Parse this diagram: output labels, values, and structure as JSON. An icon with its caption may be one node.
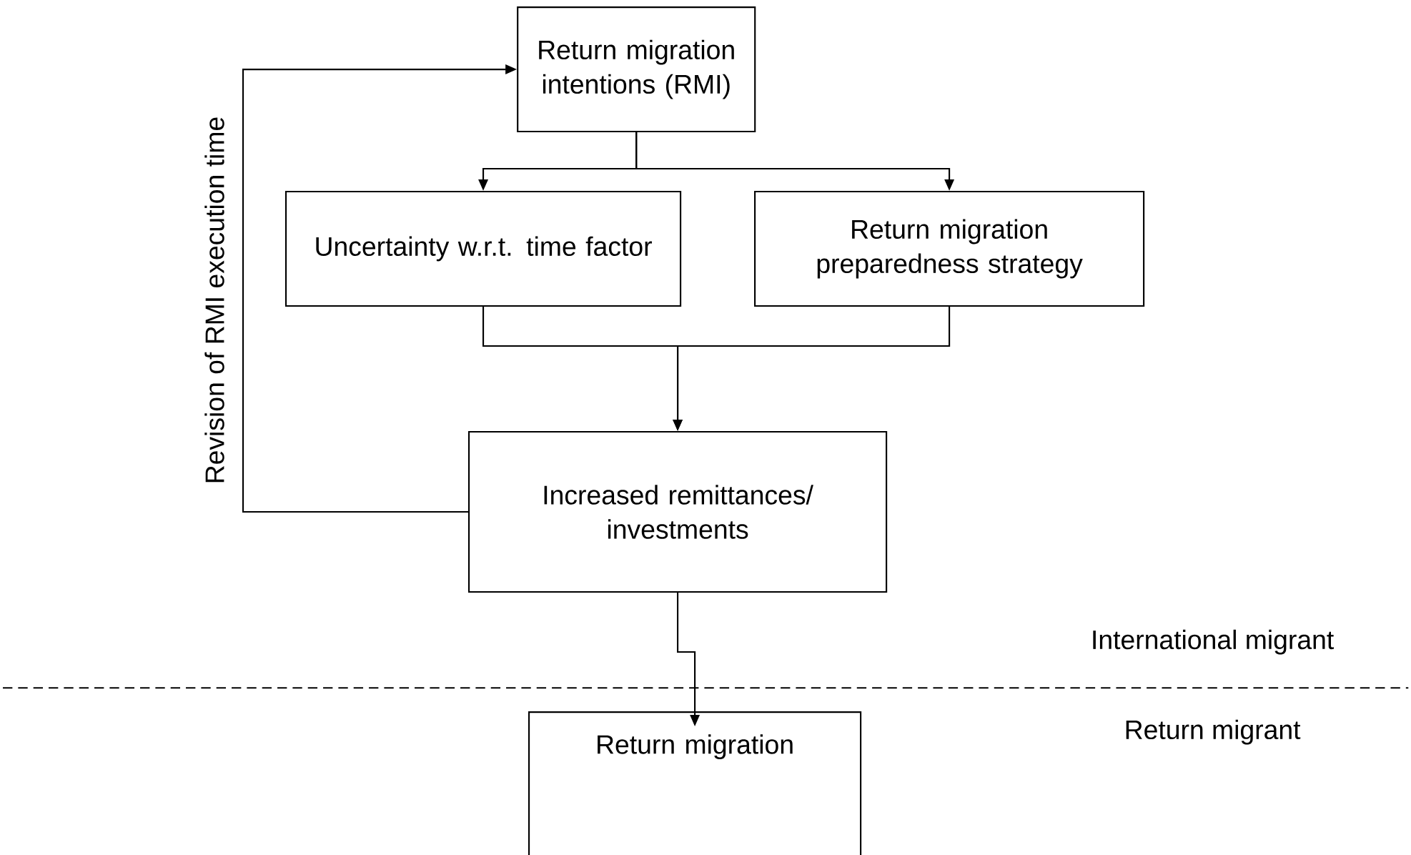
{
  "diagram": {
    "nodes": [
      {
        "text": [
          "Return migration intentions (RMI)"
        ]
      },
      {
        "text": [
          "Uncertainty w.r.t. time factor"
        ]
      },
      {
        "text": [
          "Return migration preparedness strategy"
        ]
      },
      {
        "text": [
          "Increased remittances/ investments"
        ]
      },
      {
        "text": [
          "Return migration"
        ]
      }
    ],
    "edges": [
      {
        "from": 0,
        "to": 1,
        "arrow": "to"
      },
      {
        "from": 0,
        "to": 2,
        "arrow": "to"
      },
      {
        "from": 1,
        "to": 3,
        "arrow": "to"
      },
      {
        "from": 2,
        "to": 3,
        "arrow": "to"
      },
      {
        "from": 3,
        "to": 0,
        "arrow": "to",
        "label": "Revision of RMI execution time"
      },
      {
        "from": 3,
        "to": 4,
        "arrow": "to"
      }
    ],
    "labels": [
      "International migrant",
      "Return migrant"
    ]
  }
}
